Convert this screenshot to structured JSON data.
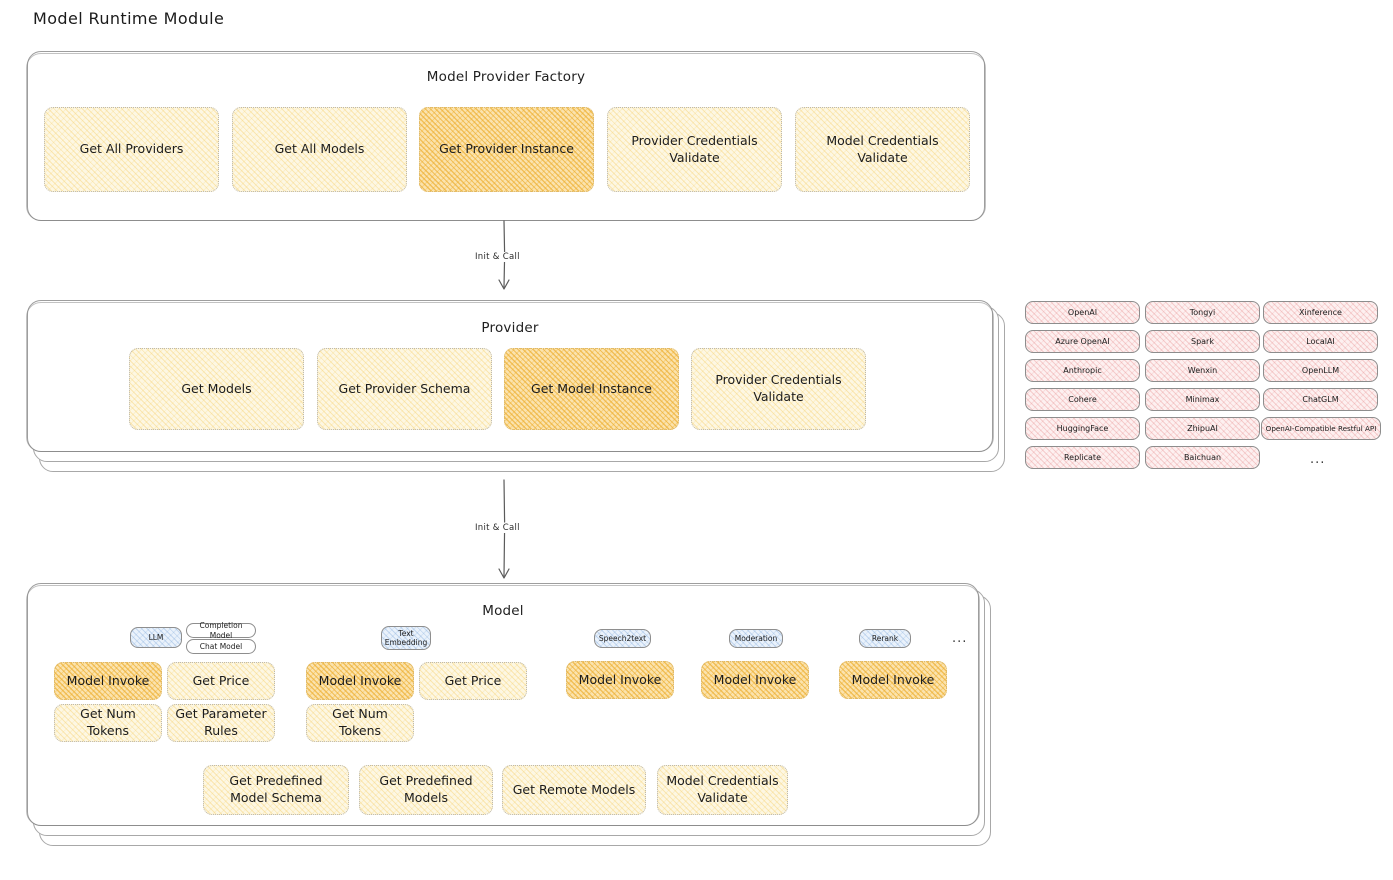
{
  "page": {
    "title": "Model Runtime Module"
  },
  "factory": {
    "title": "Model Provider Factory",
    "nodes": [
      {
        "label": "Get All Providers",
        "highlight": false
      },
      {
        "label": "Get All Models",
        "highlight": false
      },
      {
        "label": "Get Provider Instance",
        "highlight": true
      },
      {
        "label": "Provider Credentials Validate",
        "highlight": false
      },
      {
        "label": "Model Credentials Validate",
        "highlight": false
      }
    ]
  },
  "arrows": [
    {
      "label": "Init & Call"
    },
    {
      "label": "Init & Call"
    }
  ],
  "provider": {
    "title": "Provider",
    "nodes": [
      {
        "label": "Get Models",
        "highlight": false
      },
      {
        "label": "Get Provider Schema",
        "highlight": false
      },
      {
        "label": "Get Model Instance",
        "highlight": true
      },
      {
        "label": "Provider Credentials Validate",
        "highlight": false
      }
    ]
  },
  "provider_list": {
    "columns": [
      {
        "items": [
          "OpenAI",
          "Azure OpenAI",
          "Anthropic",
          "Cohere",
          "HuggingFace",
          "Replicate"
        ]
      },
      {
        "items": [
          "Tongyi",
          "Spark",
          "Wenxin",
          "Minimax",
          "ZhipuAI",
          "Baichuan"
        ]
      },
      {
        "items": [
          "Xinference",
          "LocalAI",
          "OpenLLM",
          "ChatGLM",
          "OpenAI-Compatible Restful API"
        ]
      }
    ],
    "more": "..."
  },
  "model": {
    "title": "Model",
    "more": "...",
    "types": [
      {
        "badge": "LLM",
        "sub_badges": [
          "Completion Model",
          "Chat Model"
        ],
        "nodes": [
          {
            "label": "Model Invoke",
            "highlight": true
          },
          {
            "label": "Get Price",
            "highlight": false
          },
          {
            "label": "Get Num Tokens",
            "highlight": false
          },
          {
            "label": "Get Parameter Rules",
            "highlight": false
          }
        ]
      },
      {
        "badge": "Text Embedding",
        "sub_badges": [],
        "nodes": [
          {
            "label": "Model Invoke",
            "highlight": true
          },
          {
            "label": "Get Price",
            "highlight": false
          },
          {
            "label": "Get Num Tokens",
            "highlight": false
          }
        ]
      },
      {
        "badge": "Speech2text",
        "sub_badges": [],
        "nodes": [
          {
            "label": "Model Invoke",
            "highlight": true
          }
        ]
      },
      {
        "badge": "Moderation",
        "sub_badges": [],
        "nodes": [
          {
            "label": "Model Invoke",
            "highlight": true
          }
        ]
      },
      {
        "badge": "Rerank",
        "sub_badges": [],
        "nodes": [
          {
            "label": "Model Invoke",
            "highlight": true
          }
        ]
      }
    ],
    "common_nodes": [
      {
        "label": "Get Predefined Model Schema"
      },
      {
        "label": "Get Predefined Models"
      },
      {
        "label": "Get Remote Models"
      },
      {
        "label": "Model Credentials Validate"
      }
    ]
  },
  "colors": {
    "highlight_fill": "#fbe3ae",
    "light_fill": "#fdf7e3",
    "provider_fill": "#fdf0f0",
    "badge_fill": "#eaf2fb",
    "stroke": "#8e8e8e"
  }
}
